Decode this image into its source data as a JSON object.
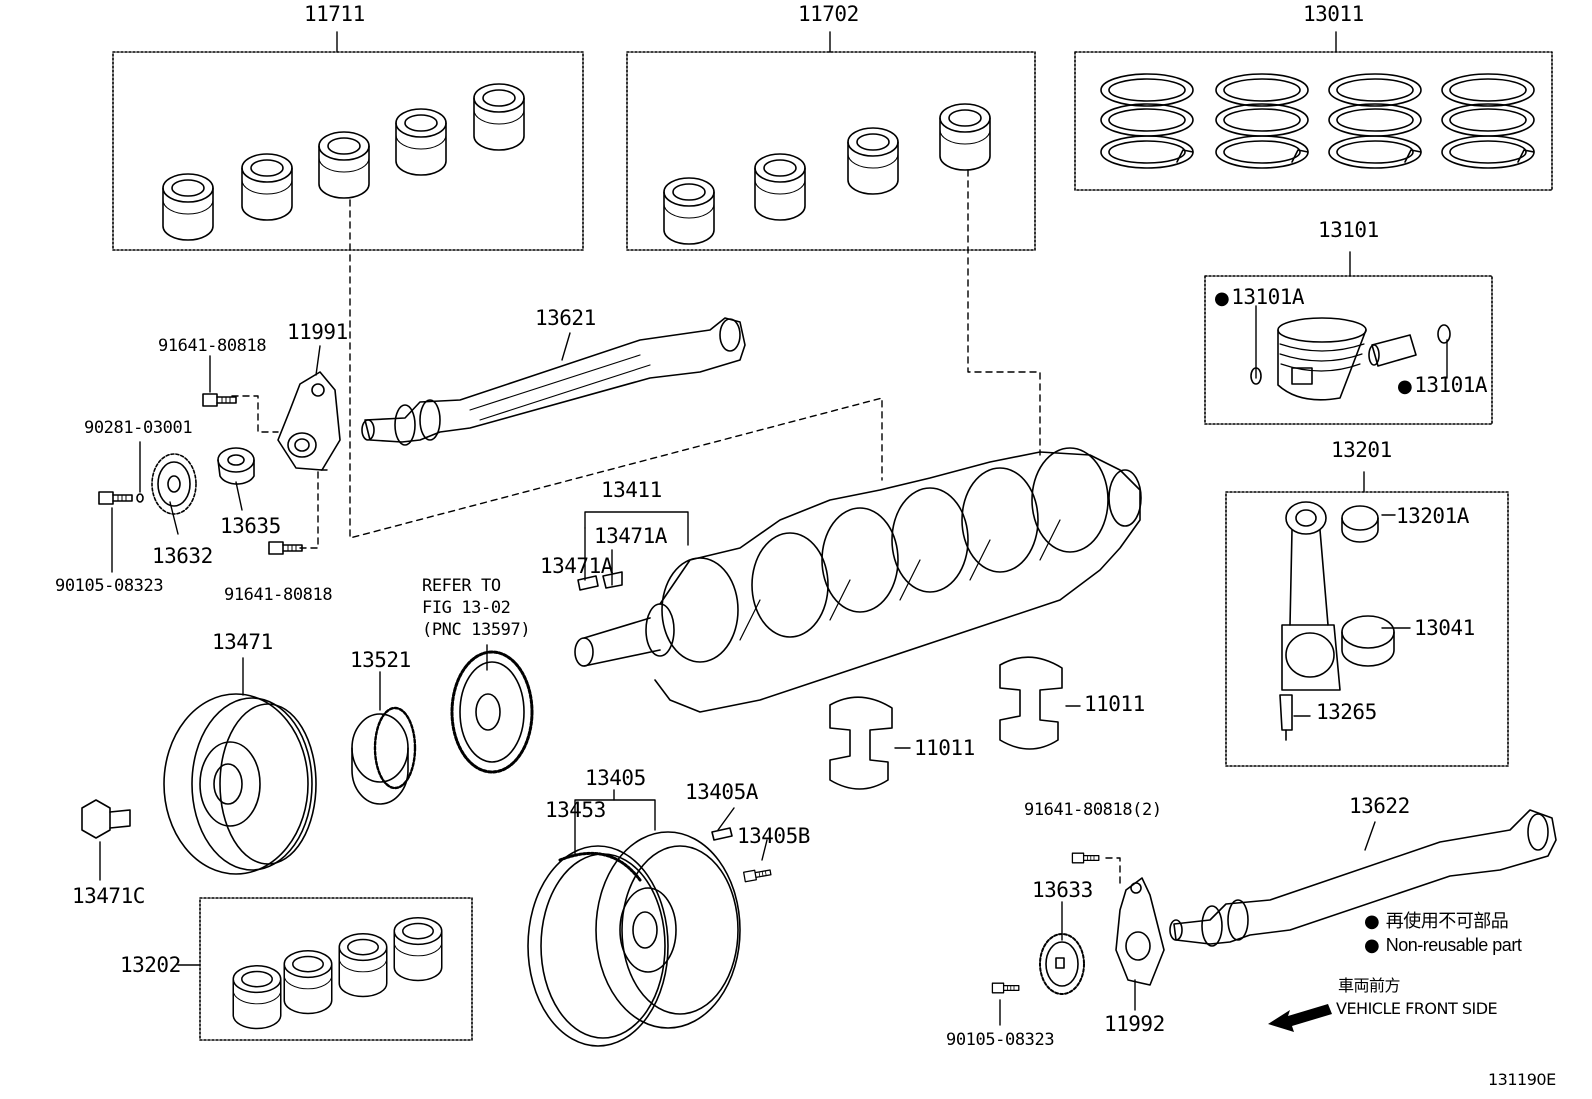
{
  "labels": {
    "p11711": "11711",
    "p11702": "11702",
    "p13011": "13011",
    "p13101": "13101",
    "p13101A_1": "13101A",
    "p13101A_2": "13101A",
    "p13201": "13201",
    "p13201A": "13201A",
    "p13041": "13041",
    "p13265": "13265",
    "p13621": "13621",
    "p11991": "11991",
    "b91641_1": "91641-80818",
    "b90281": "90281-03001",
    "p13635": "13635",
    "p13632": "13632",
    "b90105_1": "90105-08323",
    "b91641_2": "91641-80818",
    "p13411": "13411",
    "p13471A_1": "13471A",
    "p13471A_2": "13471A",
    "refer1": "REFER TO",
    "refer2": "FIG 13-02",
    "refer3": "(PNC 13597)",
    "p13471": "13471",
    "p13521": "13521",
    "p11011_1": "11011",
    "p11011_2": "11011",
    "p13405": "13405",
    "p13453": "13453",
    "p13405A": "13405A",
    "p13405B": "13405B",
    "p13471C": "13471C",
    "p13202": "13202",
    "b91641_3": "91641-80818(2)",
    "p13622": "13622",
    "p13633": "13633",
    "p11992": "11992",
    "b90105_2": "90105-08323",
    "nr_jp": "再使用不可部品",
    "nr_en": "Non-reusable part",
    "front_jp": "車両前方",
    "front_en": "VEHICLE FRONT SIDE",
    "fig_code": "131190E"
  },
  "non_reusable_marker": "●",
  "colors": {
    "ink": "#000000",
    "paper": "#ffffff"
  }
}
